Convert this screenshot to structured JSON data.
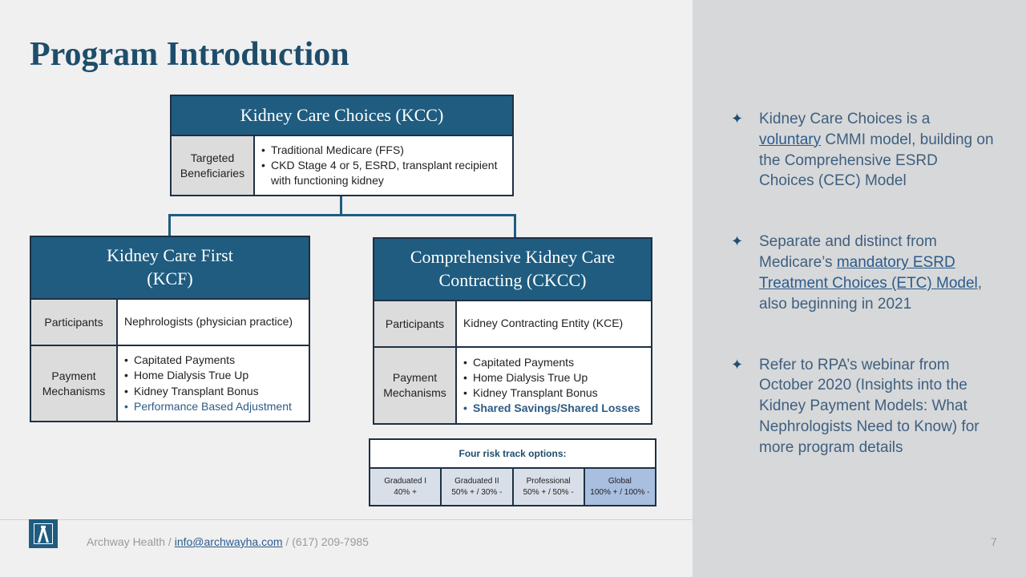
{
  "title": "Program Introduction",
  "kcc": {
    "heading": "Kidney Care Choices (KCC)",
    "label": "Targeted Beneficiaries",
    "items": [
      "Traditional Medicare (FFS)",
      "CKD Stage 4 or 5, ESRD, transplant recipient with functioning kidney"
    ]
  },
  "kcf": {
    "heading_line1": "Kidney Care First",
    "heading_line2": "(KCF)",
    "participants_label": "Participants",
    "participants_value": "Nephrologists (physician practice)",
    "payment_label": "Payment Mechanisms",
    "payment_items": [
      "Capitated Payments",
      "Home Dialysis True Up",
      "Kidney Transplant Bonus",
      "Performance Based Adjustment"
    ]
  },
  "ckcc": {
    "heading_line1": "Comprehensive Kidney Care",
    "heading_line2": "Contracting (CKCC)",
    "participants_label": "Participants",
    "participants_value": "Kidney Contracting Entity (KCE)",
    "payment_label": "Payment Mechanisms",
    "payment_items": [
      "Capitated Payments",
      "Home Dialysis True Up",
      "Kidney Transplant Bonus",
      "Shared Savings/Shared Losses"
    ]
  },
  "risk_tracks": {
    "heading": "Four risk track options:",
    "tracks": [
      {
        "name": "Graduated I",
        "value": "40% +"
      },
      {
        "name": "Graduated II",
        "value": "50% + / 30% -"
      },
      {
        "name": "Professional",
        "value": "50% + / 50% -"
      },
      {
        "name": "Global",
        "value": "100% + / 100% -"
      }
    ]
  },
  "bullets": {
    "b1": {
      "pre": "Kidney Care Choices is a ",
      "link": "voluntary",
      "post": " CMMI model, building on the Comprehensive ESRD Choices (CEC) Model"
    },
    "b2": {
      "pre": "Separate and distinct from Medicare’s ",
      "link1": "mandatory",
      "link2": " ESRD Treatment Choices (ETC) Model",
      "post": ", also beginning in 2021"
    },
    "b3": {
      "text": "Refer to RPA’s webinar from October 2020 (Insights into the Kidney Payment Models: What Nephrologists Need to Know) for more program details"
    }
  },
  "icons": {
    "bullet": "four-point-star-icon",
    "logo": "archway-logo"
  },
  "footer": {
    "company": "Archway Health / ",
    "email": "info@archwayha.com",
    "phone": " / (617) 209-7985",
    "page": "7"
  },
  "colors": {
    "header_blue": "#1f5c80",
    "title_blue": "#1e4d6b",
    "global_track": "#a9bfe0"
  }
}
